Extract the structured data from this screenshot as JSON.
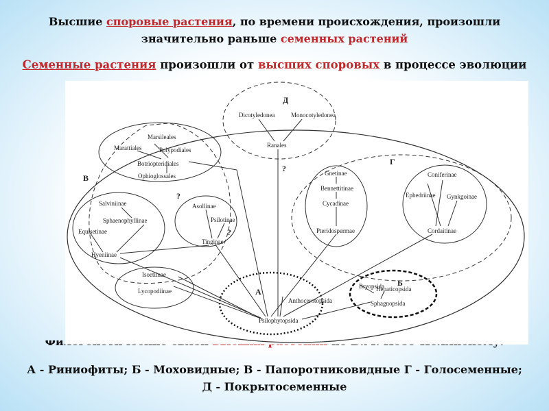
{
  "heading": {
    "line1_a": "Высшие ",
    "line1_b": "споровые растения",
    "line1_c": ", по времени происхождения, произошли",
    "line2_a": "значительно раньше ",
    "line2_b": "семенных растений",
    "line3_a": "Семенные растения",
    "line3_b": " произошли от ",
    "line3_c": "высших споровых",
    "line3_d": " в процессе эволюции"
  },
  "diagram": {
    "groups": {
      "A": "А",
      "B": "Б",
      "V": "В",
      "G": "Г",
      "D": "Д"
    },
    "question_mark": "?",
    "taxa": {
      "dicotyledonea": "Dicotyledonea",
      "monocotyledonea": "Monocotyledonea",
      "ranales": "Ranales",
      "marsileales": "Marsileales",
      "marattiales": "Marattiales",
      "polypodiales": "Polypodiales",
      "botriopteridiales": "Botriopteridiales",
      "ophioglossales": "Ophioglossales",
      "salviniinae": "Salviniinae",
      "sphaenophyllinae": "Sphaenophyllinae",
      "equisetinae": "Equisetinae",
      "hyeniinae": "Hyeniinae",
      "asollinae": "Asollinae",
      "psilotinae": "Psilotinae",
      "tinginae": "Tinginae",
      "isoetiinae": "Isoetiinae",
      "lycopodiinae": "Lycopodiinae",
      "psilophytopsida": "Psilophytopsida",
      "anthocerotopsida": "Anthocerotopsida",
      "gnetinae": "Gnetinae",
      "bennettitinae": "Bennettitinae",
      "cycadinae": "Cycadinae",
      "pteridospermae": "Pteridospermae",
      "coniferinae": "Coniferinae",
      "ephedriinae": "Ephedriinae",
      "gynkgoinae": "Gynkgoinae",
      "cordaitinae": "Cordaitinae",
      "bryopsida": "Bryopsida",
      "hepaticopsida": "Hepaticopsida",
      "sphagnopsida": "Sphagnopsida"
    }
  },
  "caption": {
    "phylo_a": "Филогенетические связи ",
    "phylo_b": "высших растений",
    "phylo_c": " по В.М. Козо-Полянскому:",
    "legend_line1": "А - Риниофиты; Б - Моховидные; В - Папоротниковидные Г - Голосеменные;",
    "legend_line2": "Д - Покрытосеменные"
  },
  "colors": {
    "highlight": "#c0282b",
    "text": "#111111",
    "background_edge": "#b9e1f6"
  }
}
